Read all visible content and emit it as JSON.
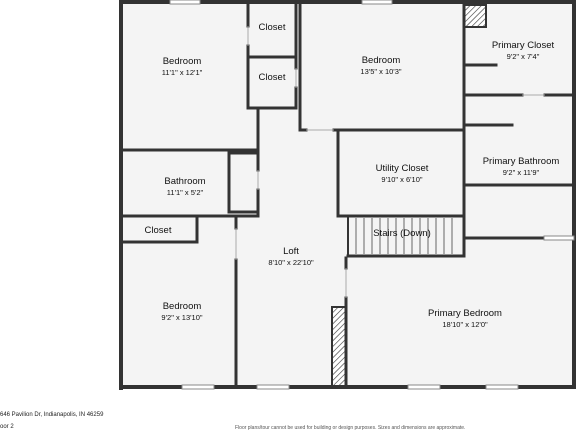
{
  "plan": {
    "rooms": [
      {
        "id": "bedroom-1",
        "name": "Bedroom",
        "dims": "11'1\" x 12'1\""
      },
      {
        "id": "closet-1",
        "name": "Closet",
        "dims": ""
      },
      {
        "id": "closet-2",
        "name": "Closet",
        "dims": ""
      },
      {
        "id": "bedroom-2",
        "name": "Bedroom",
        "dims": "13'5\" x 10'3\""
      },
      {
        "id": "primary-closet",
        "name": "Primary Closet",
        "dims": "9'2\" x 7'4\""
      },
      {
        "id": "bathroom",
        "name": "Bathroom",
        "dims": "11'1\" x 5'2\""
      },
      {
        "id": "utility-closet",
        "name": "Utility Closet",
        "dims": "9'10\" x 6'10\""
      },
      {
        "id": "primary-bathroom",
        "name": "Primary Bathroom",
        "dims": "9'2\" x 11'9\""
      },
      {
        "id": "stairs",
        "name": "Stairs (Down)",
        "dims": ""
      },
      {
        "id": "closet-3",
        "name": "Closet",
        "dims": ""
      },
      {
        "id": "loft",
        "name": "Loft",
        "dims": "8'10\" x 22'10\""
      },
      {
        "id": "bedroom-3",
        "name": "Bedroom",
        "dims": "9'2\" x 13'10\""
      },
      {
        "id": "primary-bedroom",
        "name": "Primary Bedroom",
        "dims": "18'10\" x 12'0\""
      }
    ]
  },
  "footer": {
    "address": "646 Pavilion Dr, Indianapolis, IN 46259",
    "floor": "oor 2",
    "disclaimer": "Floor plans/tour cannot be used for building or design purposes. Sizes and dimensions are approximate."
  }
}
